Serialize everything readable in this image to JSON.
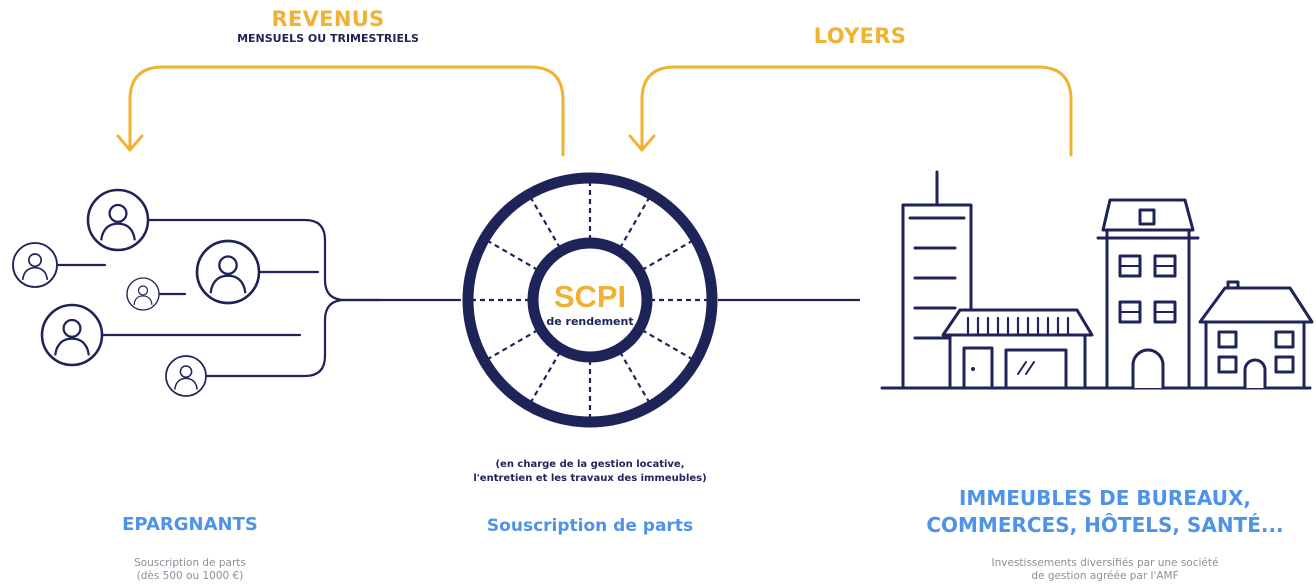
{
  "top_left": {
    "title": "REVENUS",
    "subtitle": "MENSUELS OU TRIMESTRIELS"
  },
  "top_right": {
    "title": "LOYERS"
  },
  "center": {
    "title": "SCPI",
    "subtitle": "de rendement",
    "note_line1": "(en charge de la gestion locative,",
    "note_line2": "l'entretien et les travaux des immeubles)",
    "caption": "Souscription de parts"
  },
  "left": {
    "title": "EPARGNANTS",
    "desc_line1": "Souscription de parts",
    "desc_line2": "(dès 500 ou 1000 €)"
  },
  "right": {
    "title_line1": "IMMEUBLES DE BUREAUX,",
    "title_line2": "COMMERCES, HÔTELS, SANTÉ...",
    "desc_line1": "Investissements diversifiés par une société",
    "desc_line2": "de gestion agréée par l'AMF"
  },
  "colors": {
    "navy": "#1e2358",
    "orange": "#f0b233",
    "blue": "#4f93e8",
    "grey": "#8d8f99"
  }
}
